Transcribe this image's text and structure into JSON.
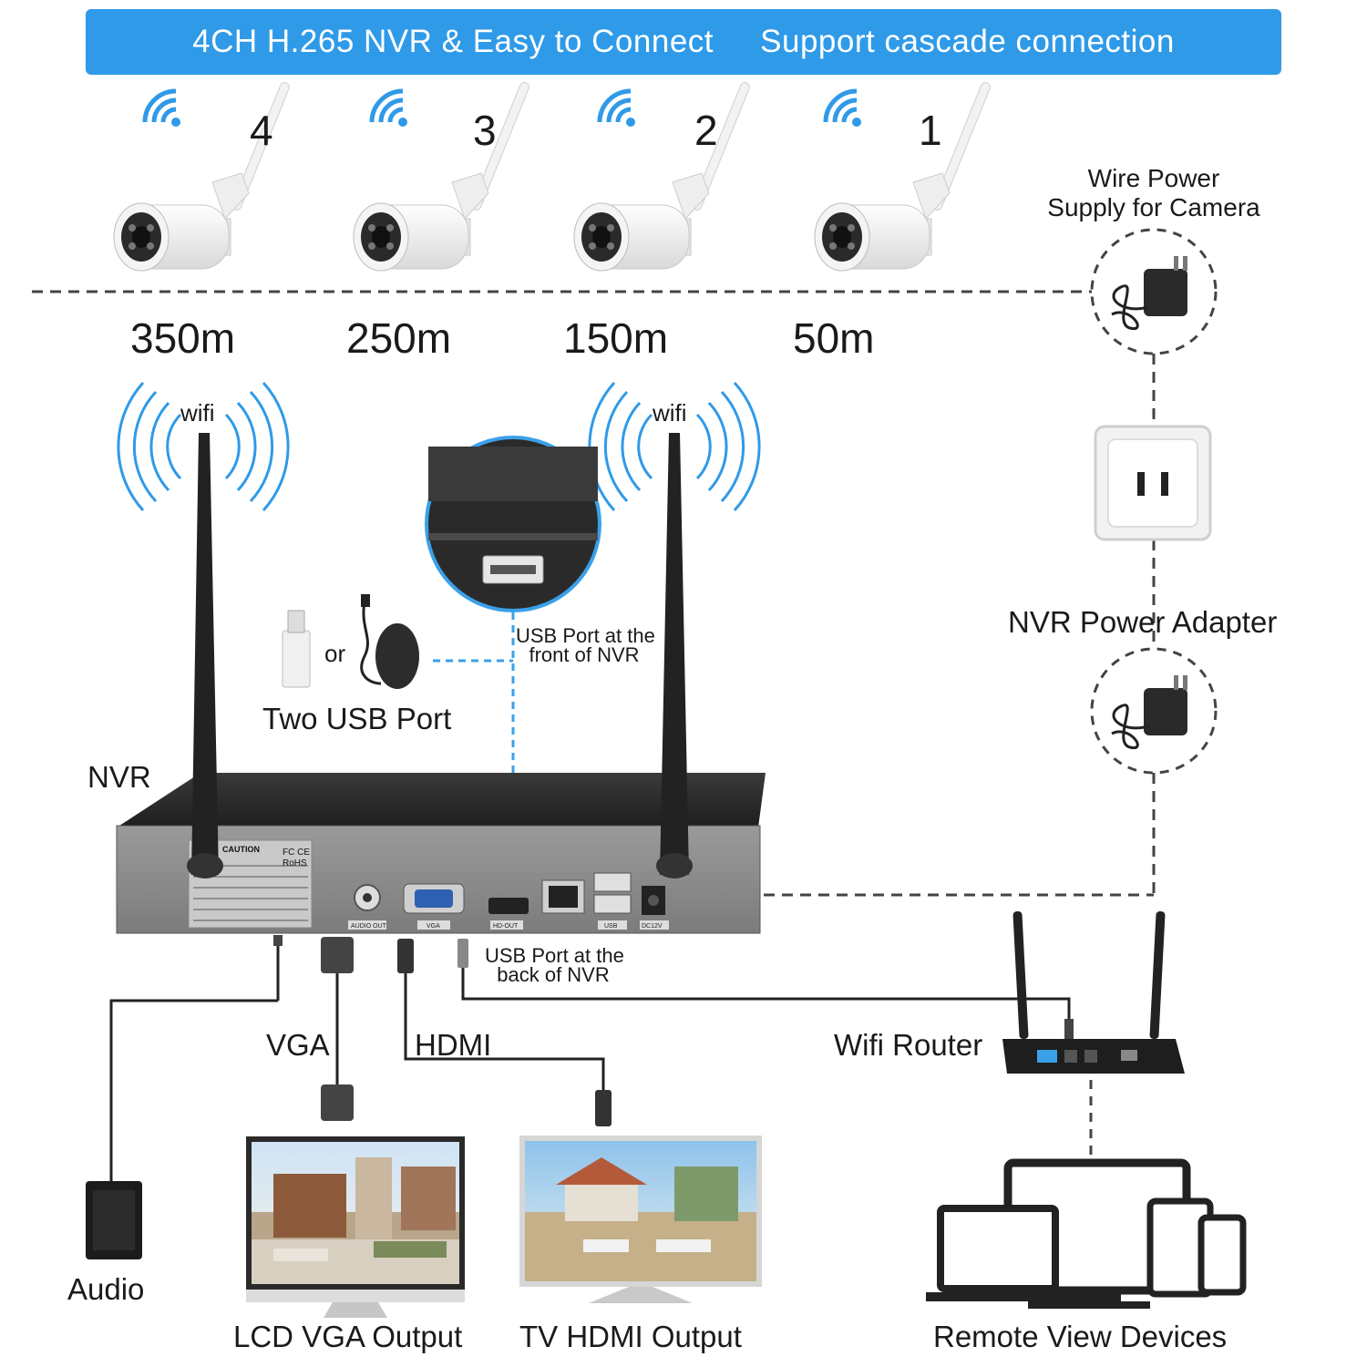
{
  "banner": {
    "left": "4CH H.265 NVR & Easy to Connect",
    "right": "Support cascade connection"
  },
  "cameras": [
    {
      "number": "4",
      "distance": "350m"
    },
    {
      "number": "3",
      "distance": "250m"
    },
    {
      "number": "2",
      "distance": "150m"
    },
    {
      "number": "1",
      "distance": "50m"
    }
  ],
  "labels": {
    "wire_power": "Wire Power",
    "supply_for_camera": "Supply for Camera",
    "wifi_left": "wifi",
    "wifi_right": "wifi",
    "usb_front_line1": "USB Port at the",
    "usb_front_line2": "front of NVR",
    "or": "or",
    "two_usb_port": "Two USB Port",
    "nvr": "NVR",
    "nvr_power_adapter": "NVR Power Adapter",
    "usb_back_line1": "USB Port at the",
    "usb_back_line2": "back of NVR",
    "vga": "VGA",
    "hdmi": "HDMI",
    "wifi_router": "Wifi Router",
    "audio": "Audio",
    "lcd_vga_output": "LCD VGA Output",
    "tv_hdmi_output": "TV HDMI Output",
    "remote_view_devices": "Remote View Devices"
  },
  "nvr_panel": {
    "caution": "CAUTION",
    "fcce": "FC CE",
    "rohs": "RoHS",
    "ports": [
      "AUDIO OUT",
      "VGA",
      "HD-OUT",
      "USB",
      "DC12V"
    ]
  },
  "colors": {
    "banner": "#2f9ae8",
    "wifi_blue": "#2f9ae8",
    "guide_blue": "#3aa0e8",
    "dashed": "#444444",
    "nvr_body": "#2b2b2b"
  }
}
